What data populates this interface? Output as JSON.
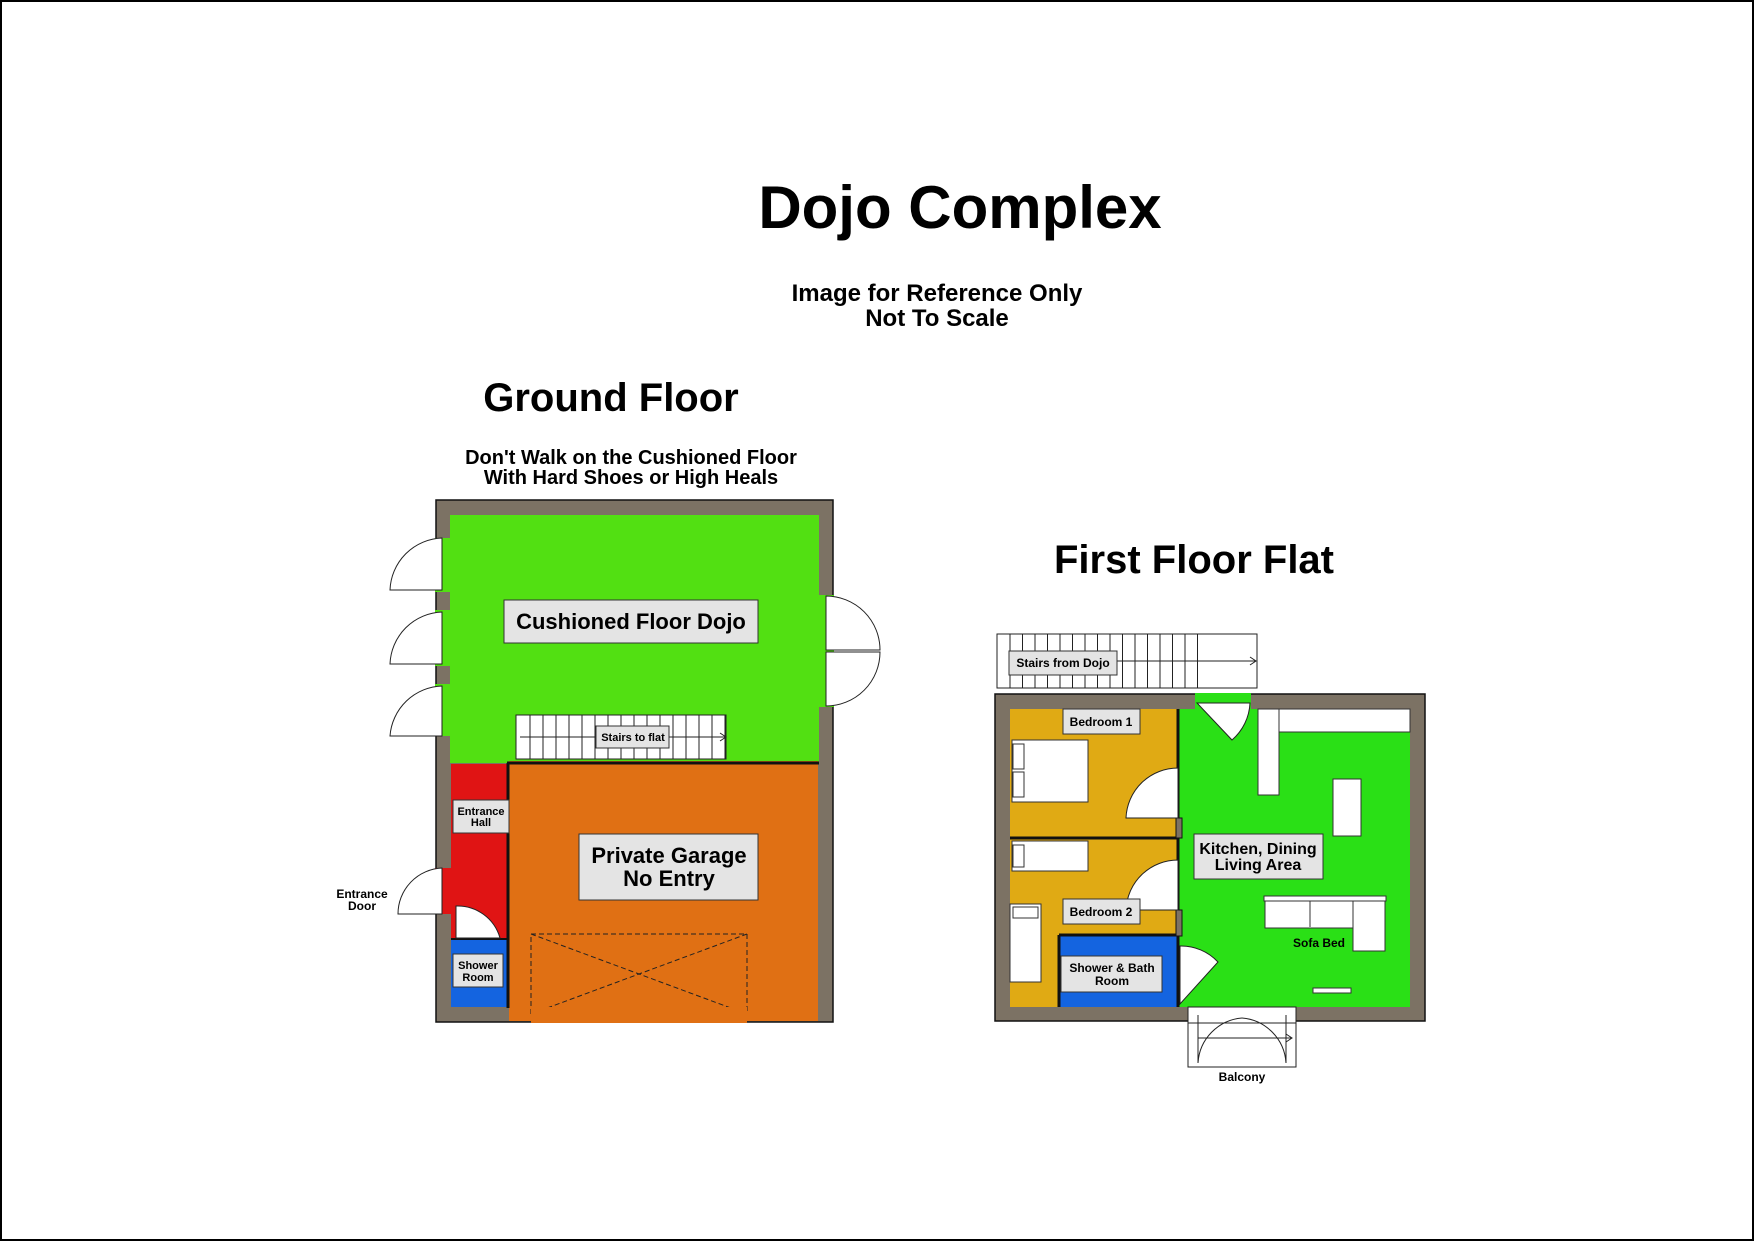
{
  "title": "Dojo Complex",
  "subtitle_line1": "Image for Reference Only",
  "subtitle_line2": "Not To Scale",
  "ground_floor": {
    "heading": "Ground Floor",
    "warning_line1": "Don't Walk on the Cushioned Floor",
    "warning_line2": "With Hard Shoes or High Heals",
    "dojo_label": "Cushioned Floor Dojo",
    "stairs_label": "Stairs to flat",
    "entrance_hall_line1": "Entrance",
    "entrance_hall_line2": "Hall",
    "garage_line1": "Private Garage",
    "garage_line2": "No Entry",
    "entrance_door_line1": "Entrance",
    "entrance_door_line2": "Door",
    "shower_line1": "Shower",
    "shower_line2": "Room"
  },
  "first_floor": {
    "heading": "First Floor Flat",
    "stairs_label": "Stairs from Dojo",
    "bedroom1": "Bedroom 1",
    "bedroom2": "Bedroom 2",
    "kitchen_line1": "Kitchen, Dining",
    "kitchen_line2": "Living Area",
    "sofa_label": "Sofa Bed",
    "bath_line1": "Shower & Bath",
    "bath_line2": "Room",
    "balcony": "Balcony"
  },
  "colors": {
    "dojo_green": "#52e012",
    "flat_green": "#2ae016",
    "garage_orange": "#e07014",
    "hall_red": "#e01414",
    "shower_blue": "#1464e0",
    "bedroom_gold": "#e0aa14",
    "wall_grey": "#7c7264"
  }
}
